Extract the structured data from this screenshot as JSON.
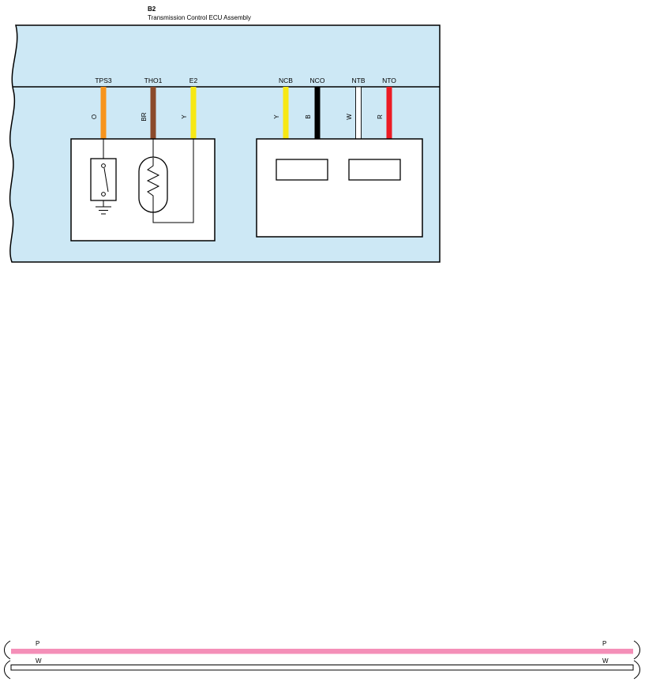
{
  "diagram": {
    "component_id": "B2",
    "component_name": "Transmission Control ECU Assembly",
    "colors": {
      "ecu_fill": "#CDE8F5"
    },
    "terminals": [
      {
        "id": "TPS3",
        "code": "O",
        "color": "#F7941D"
      },
      {
        "id": "THO1",
        "code": "BR",
        "color": "#8B4A2B"
      },
      {
        "id": "E2",
        "code": "Y",
        "color": "#F7E814"
      },
      {
        "id": "NCB",
        "code": "Y",
        "color": "#F7E814"
      },
      {
        "id": "NCO",
        "code": "B",
        "color": "#000000"
      },
      {
        "id": "NTB",
        "code": "W",
        "color": "#FFFFFF"
      },
      {
        "id": "NTO",
        "code": "R",
        "color": "#EC1B24"
      }
    ],
    "bottom_wires": [
      {
        "label": "P",
        "color": "#F48FB8"
      },
      {
        "label": "W",
        "color": "#FFFFFF"
      }
    ]
  }
}
